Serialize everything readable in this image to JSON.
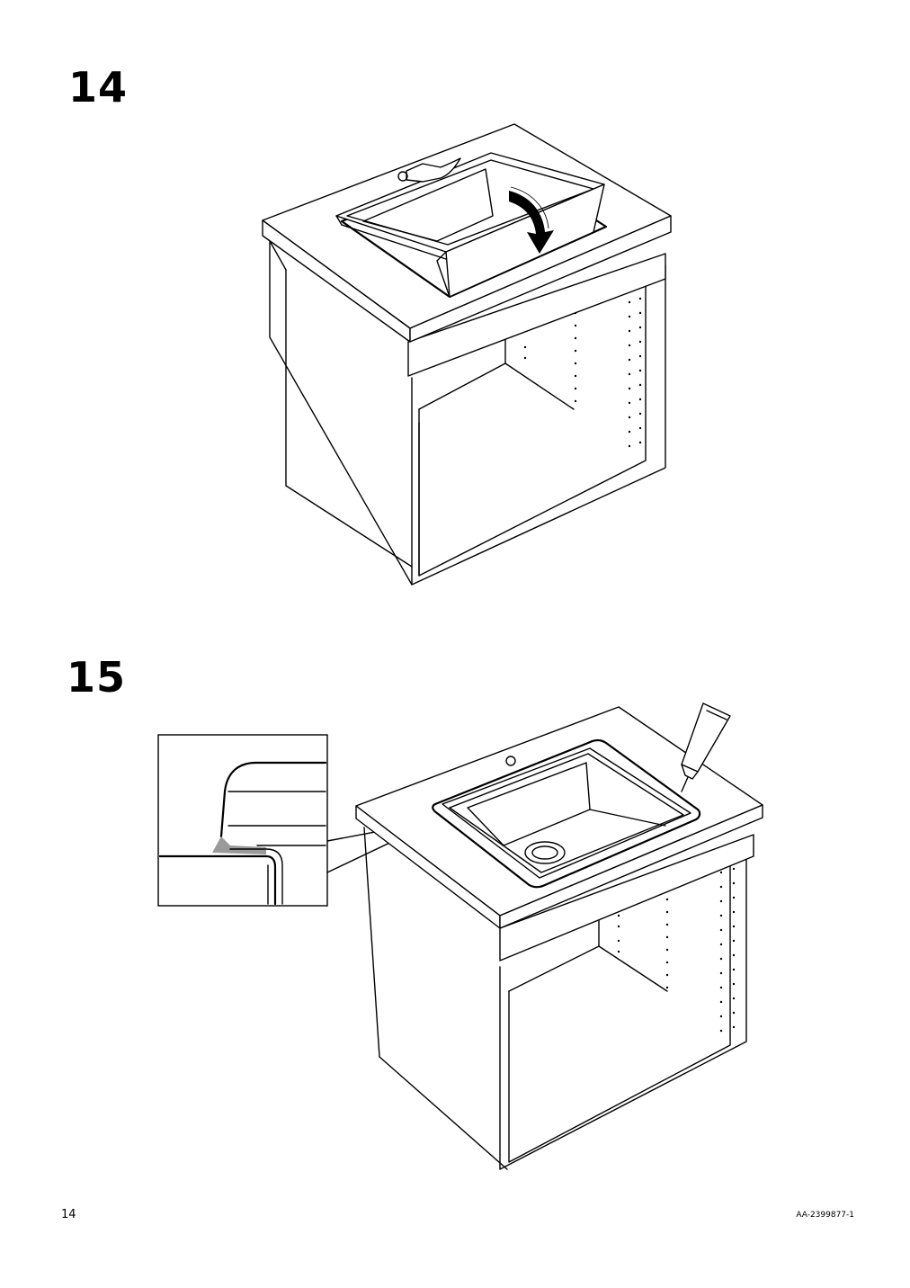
{
  "steps": [
    {
      "number": "14"
    },
    {
      "number": "15"
    }
  ],
  "footer": {
    "page_number": "14",
    "doc_code": "AA-2399877-1"
  }
}
